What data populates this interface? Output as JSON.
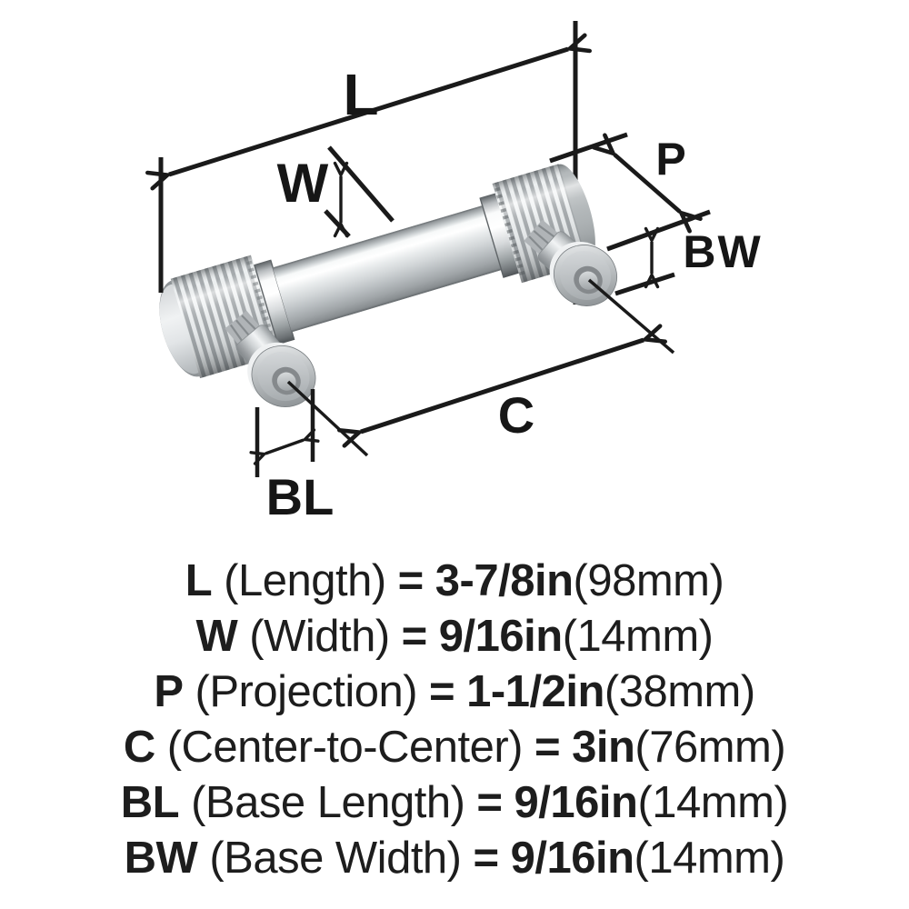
{
  "diagram": {
    "dimension_labels": {
      "l": "L",
      "w": "W",
      "p": "P",
      "bw": "BW",
      "c": "C",
      "bl": "BL"
    }
  },
  "legend": {
    "rows": [
      {
        "abbr": "L",
        "name": "(Length)",
        "eq": "=",
        "value": "3-7/8in",
        "metric": "(98mm)"
      },
      {
        "abbr": "W",
        "name": "(Width)",
        "eq": "=",
        "value": "9/16in",
        "metric": "(14mm)"
      },
      {
        "abbr": "P",
        "name": "(Projection)",
        "eq": "=",
        "value": "1-1/2in",
        "metric": "(38mm)"
      },
      {
        "abbr": "C",
        "name": "(Center-to-Center)",
        "eq": "=",
        "value": "3in",
        "metric": "(76mm)"
      },
      {
        "abbr": "BL",
        "name": "(Base Length)",
        "eq": "=",
        "value": "9/16in",
        "metric": "(14mm)"
      },
      {
        "abbr": "BW",
        "name": "(Base Width)",
        "eq": "=",
        "value": "9/16in",
        "metric": "(14mm)"
      }
    ]
  },
  "colors": {
    "background": "#ffffff",
    "ink": "#1a1a1a",
    "metal_highlight": "#ffffff",
    "metal_light": "#eef1f2",
    "metal_mid": "#c6cbcd",
    "metal_dark": "#8a8f92"
  }
}
